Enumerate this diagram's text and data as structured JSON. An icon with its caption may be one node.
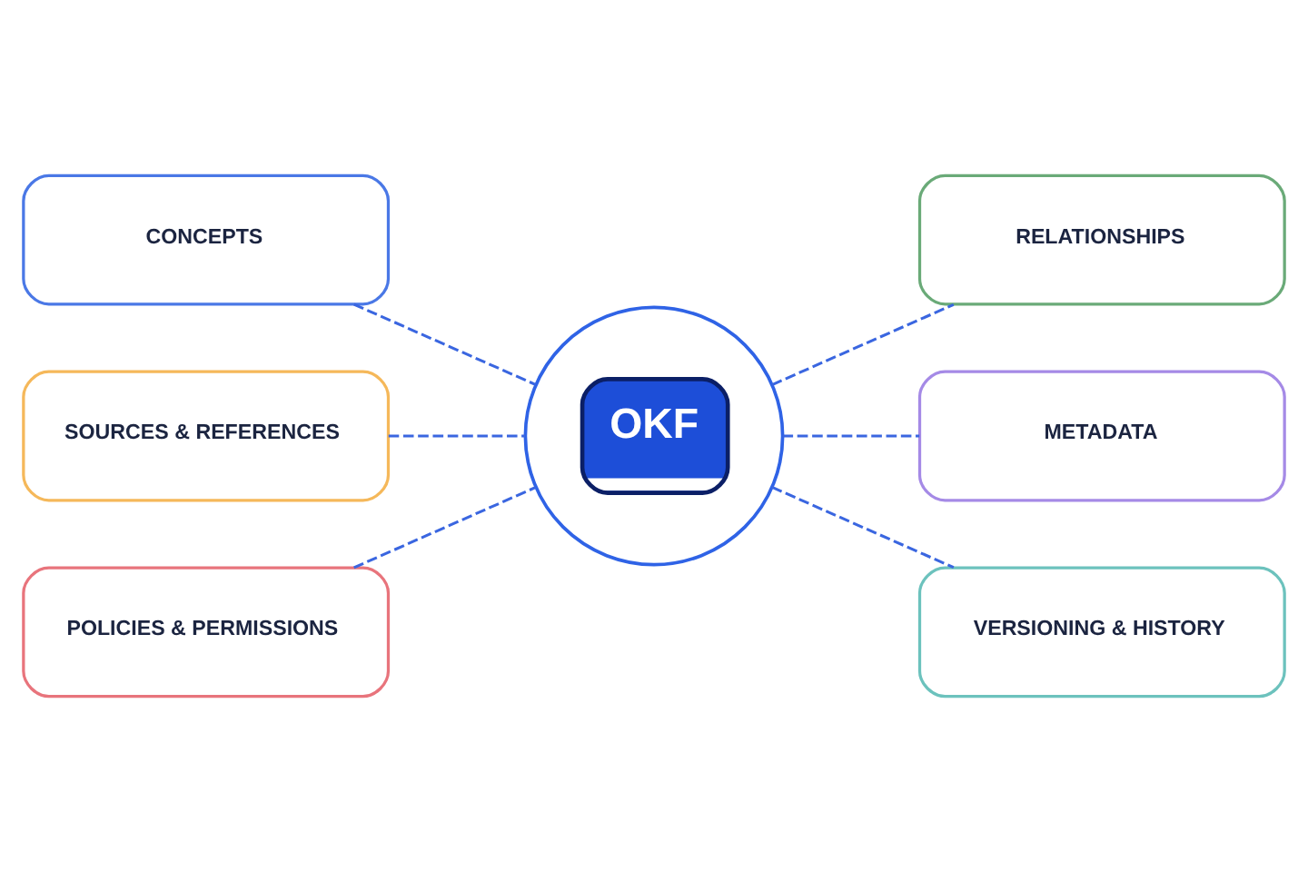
{
  "diagram": {
    "nodes": [
      {
        "text": [
          "CONCEPTS"
        ]
      },
      {
        "text": [
          "RELATIONSHIPS"
        ]
      },
      {
        "text": [
          "SOURCES & REFERENCES"
        ]
      },
      {
        "text": [
          "OKF"
        ]
      },
      {
        "text": [
          "METADATA"
        ]
      },
      {
        "text": [
          "POLICIES & PERMISSIONS"
        ]
      },
      {
        "text": [
          "VERSIONING & HISTORY"
        ]
      }
    ],
    "edges": [
      {
        "from": 0,
        "to": 3,
        "arrow": "none",
        "style": "dashed"
      },
      {
        "from": 3,
        "to": 1,
        "arrow": "none",
        "style": "dashed"
      },
      {
        "from": 2,
        "to": 3,
        "arrow": "none",
        "style": "dashed"
      },
      {
        "from": 3,
        "to": 4,
        "arrow": "none",
        "style": "dashed"
      },
      {
        "from": 5,
        "to": 3,
        "arrow": "none",
        "style": "dashed"
      },
      {
        "from": 3,
        "to": 6,
        "arrow": "none",
        "style": "dashed"
      }
    ]
  }
}
